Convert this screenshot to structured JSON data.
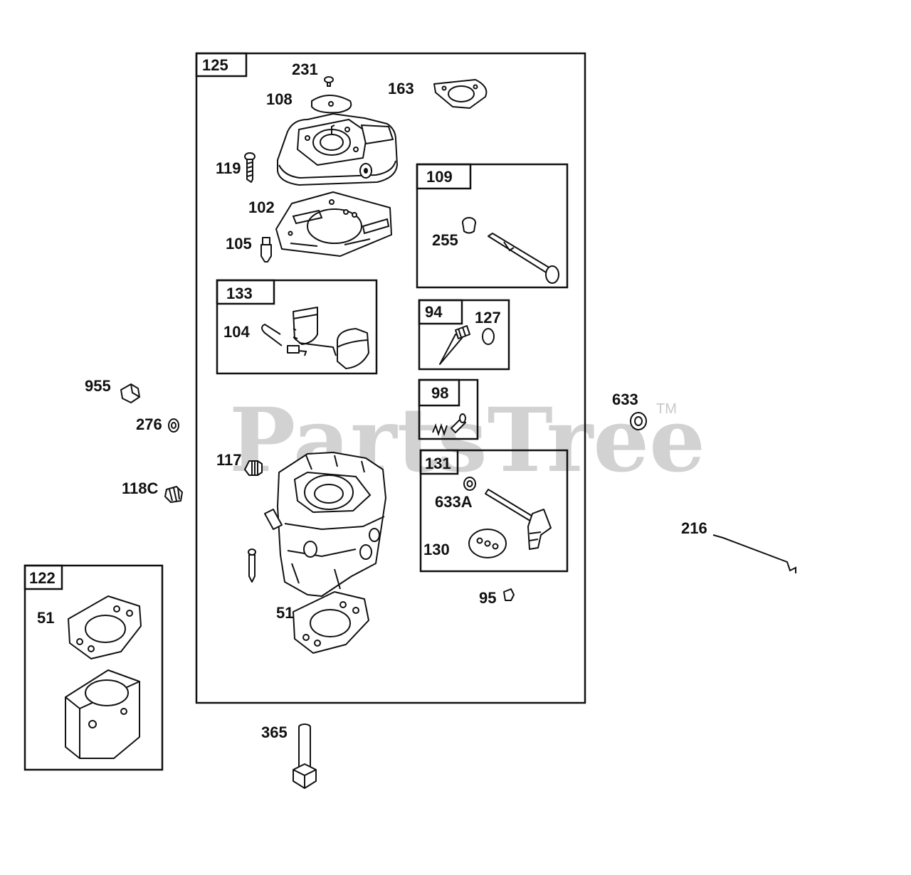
{
  "watermark": {
    "text": "PartsTree",
    "trademark": "TM"
  },
  "callouts": {
    "group_125": "125",
    "p231": "231",
    "p163": "163",
    "p108": "108",
    "p119": "119",
    "p102": "102",
    "p105": "105",
    "group_109": "109",
    "p255": "255",
    "group_133": "133",
    "p104": "104",
    "group_94": "94",
    "p127": "127",
    "group_98": "98",
    "p955": "955",
    "p276": "276",
    "p633": "633",
    "p117": "117",
    "p118c": "118C",
    "group_131": "131",
    "p633a": "633A",
    "p130": "130",
    "p216": "216",
    "p95": "95",
    "group_122": "122",
    "p51_left": "51",
    "p51_main": "51",
    "p365": "365"
  }
}
